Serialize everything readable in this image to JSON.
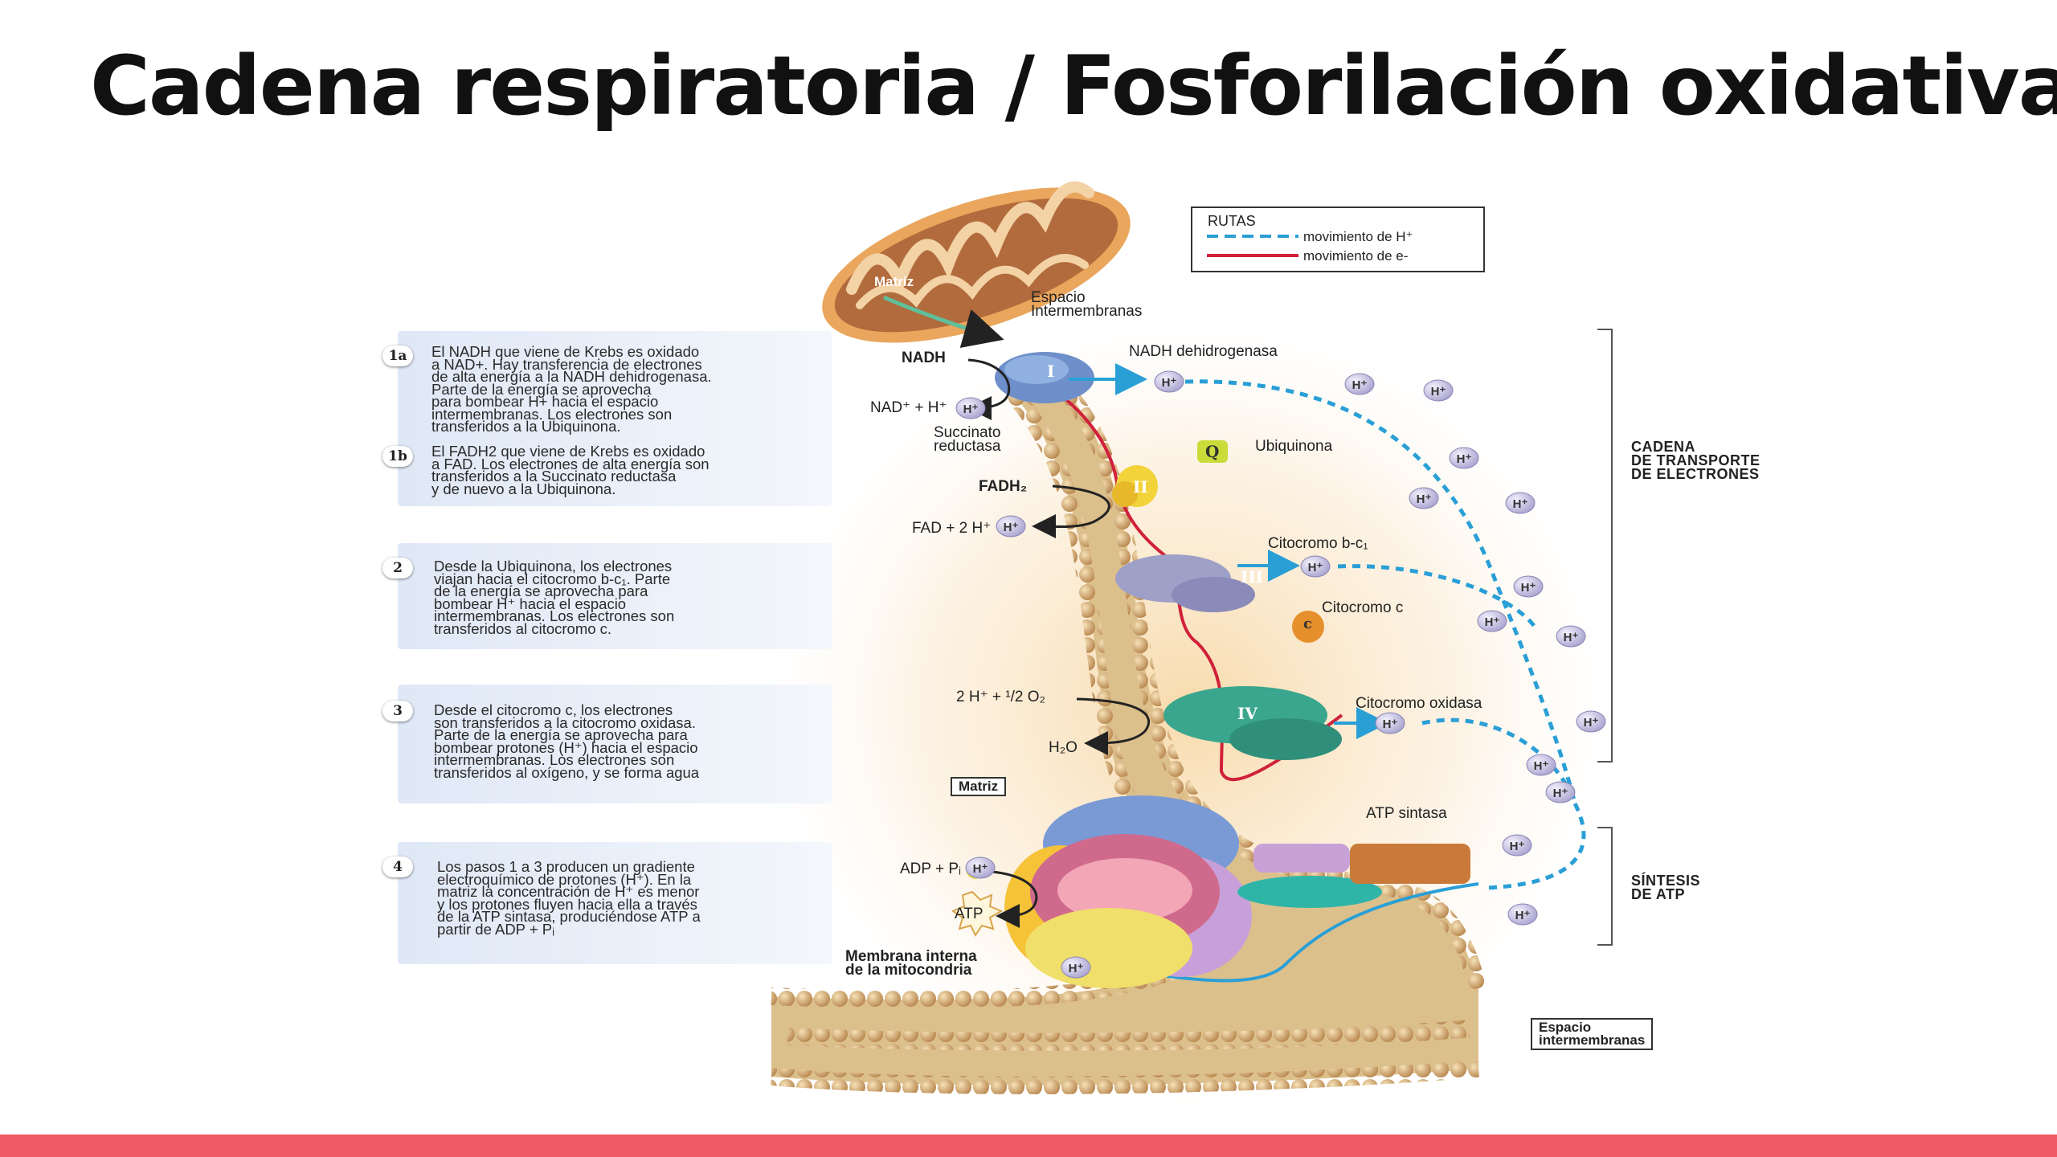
{
  "slide": {
    "title": "Cadena respiratoria / Fosforilación oxidativa",
    "accent_color": "#f05a64"
  },
  "legend": {
    "title": "RUTAS",
    "items": [
      {
        "label": "movimiento de H⁺",
        "color": "#2a9fd6",
        "style": "dashed"
      },
      {
        "label": "movimiento de e-",
        "color": "#d0203a",
        "style": "solid"
      }
    ]
  },
  "steps": [
    {
      "num": "1a",
      "text": "El NADH que viene de Krebs es oxidado\na NAD+. Hay transferencia de electrones\nde alta energía a la NADH dehidrogenasa.\nParte de la energía se aprovecha\npara bombear H+ hacia el espacio\nintermembranas. Los electrones son\ntransferidos a la Ubiquinona."
    },
    {
      "num": "1b",
      "text": "El FADH2 que viene de Krebs es oxidado\na FAD. Los electrones de alta energía son\ntransferidos a la Succinato reductasa\ny de nuevo a la Ubiquinona."
    },
    {
      "num": "2",
      "text": "Desde la Ubiquinona, los electrones\nviajan hacia el citocromo b-c₁. Parte\nde la energía se aprovecha para\nbombear H⁺ hacia el espacio\nintermembranas. Los electrones son\ntransferidos al citocromo c."
    },
    {
      "num": "3",
      "text": "Desde el citocromo c, los electrones\nson transferidos a la citocromo oxidasa.\nParte de la energía se aprovecha para\nbombear protones (H⁺) hacia el espacio\nintermembranas. Los electrones son\ntransferidos al oxígeno, y se forma agua"
    },
    {
      "num": "4",
      "text": "Los pasos 1 a 3 producen un gradiente\nelectroquímico de protones (H⁺). En la\nmatriz la concentración de H⁺ es menor\ny los protones fluyen hacia ella a través\nde la ATP sintasa, produciéndose ATP a\npartir de ADP + Pᵢ"
    }
  ],
  "labels": {
    "matriz_mito": "Matriz",
    "espacio_intermembranas_top": "Espacio\nIntermembranas",
    "nadh": "NADH",
    "nadh_deh": "NADH dehidrogenasa",
    "nad": "NAD⁺ + H⁺",
    "succinato": "Succinato\nreductasa",
    "ubiquinona": "Ubiquinona",
    "fadh2": "FADH₂",
    "fad": "FAD + 2 H⁺",
    "citocromo_bc1": "Citocromo b-c₁",
    "citocromo_c": "Citocromo c",
    "oxygen": "2 H⁺ + ¹/2 O₂",
    "water": "H₂O",
    "citocromo_oxidasa": "Citocromo oxidasa",
    "matriz_box": "Matriz",
    "atp_sintasa": "ATP sintasa",
    "adp": "ADP + Pᵢ",
    "atp": "ATP",
    "membrana": "Membrana interna\nde la mitocondria",
    "h": "H⁺",
    "espacio_box": "Espacio\nintermembranas",
    "q": "Q",
    "c": "c",
    "roman_1": "I",
    "roman_2": "II",
    "roman_3": "III",
    "roman_4": "IV"
  },
  "brackets": {
    "cadena": "CADENA\nDE TRANSPORTE\nDE ELECTRONES",
    "sintesis": "SÍNTESIS\nDE ATP"
  }
}
